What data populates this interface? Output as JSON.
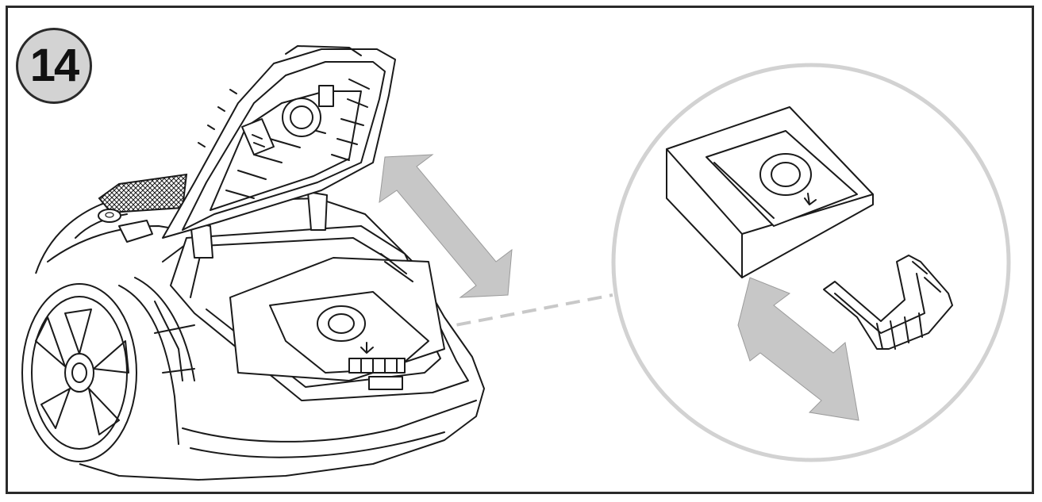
{
  "step": {
    "number": "14"
  },
  "colors": {
    "frame": "#2a2a2a",
    "badge_fill": "#d3d3d3",
    "arrow_fill": "#c7c7c7",
    "line_art": "#1a1a1a",
    "zoom_circle": "#d2d2d2",
    "leader_line": "#c8c8c8"
  },
  "illustration": {
    "main_subject": "vacuum-cleaner-with-open-dust-bag-lid",
    "detail_subject": "dust-bag-and-bag-holder-frame",
    "arrows": [
      "lid-open-close-double-arrow",
      "bag-insert-remove-double-arrow"
    ]
  }
}
